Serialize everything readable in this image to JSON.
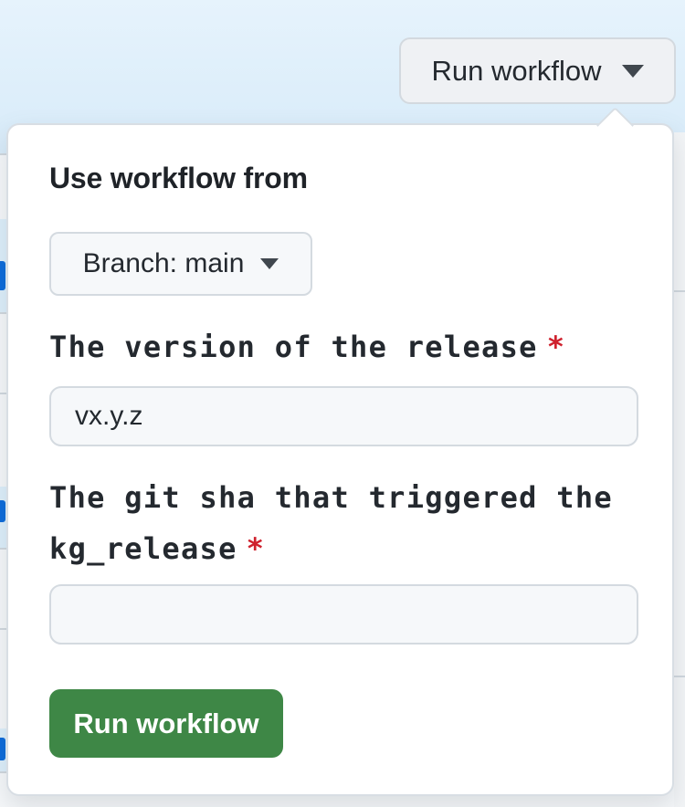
{
  "trigger": {
    "label": "Run workflow"
  },
  "dialog": {
    "heading": "Use workflow from",
    "branch_button": {
      "label": "Branch: main"
    },
    "fields": [
      {
        "label": "The version of the release",
        "required": "*",
        "value": "vx.y.z"
      },
      {
        "label": "The git sha that triggered the kg_release",
        "required": "*",
        "value": ""
      }
    ],
    "submit": {
      "label": "Run workflow"
    }
  },
  "colors": {
    "banner": "#ddeffb",
    "accent": "#0969da",
    "required": "#cf222e",
    "submit": "#3e8746"
  }
}
